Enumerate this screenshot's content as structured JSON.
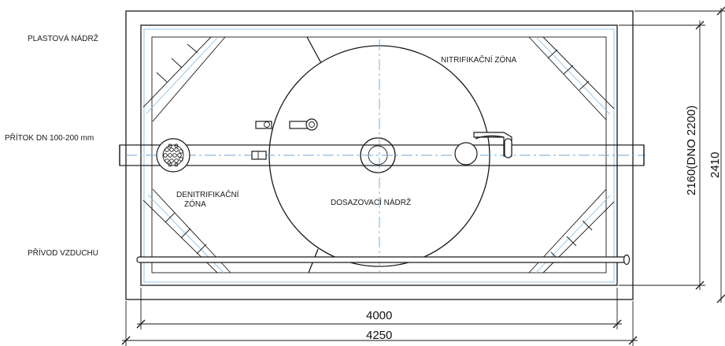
{
  "labels": {
    "plastova_nadrz": "PLASTOVÁ NÁDRŽ",
    "pritok": "PŘÍTOK DN 100-200 mm",
    "privod_vzduchu": "PŘÍVOD VZDUCHU",
    "nitrifikacni_zona": "NITRIFIKAČNÍ  ZÓNA",
    "denitrifikacni_zona_line1": "DENITRIFIKAČNÍ",
    "denitrifikacni_zona_line2": "ZÓNA",
    "dosazovaci_nadrz": "DOSAZOVACÍ NÁDRŽ"
  },
  "dimensions": {
    "inner_length": "4000",
    "outer_length": "4250",
    "inner_width": "2160(DNO 2200)",
    "outer_width": "2410"
  },
  "colors": {
    "line": "#1a1a1a",
    "axis": "#6fa8d6",
    "hidden": "#8fc0e4"
  }
}
